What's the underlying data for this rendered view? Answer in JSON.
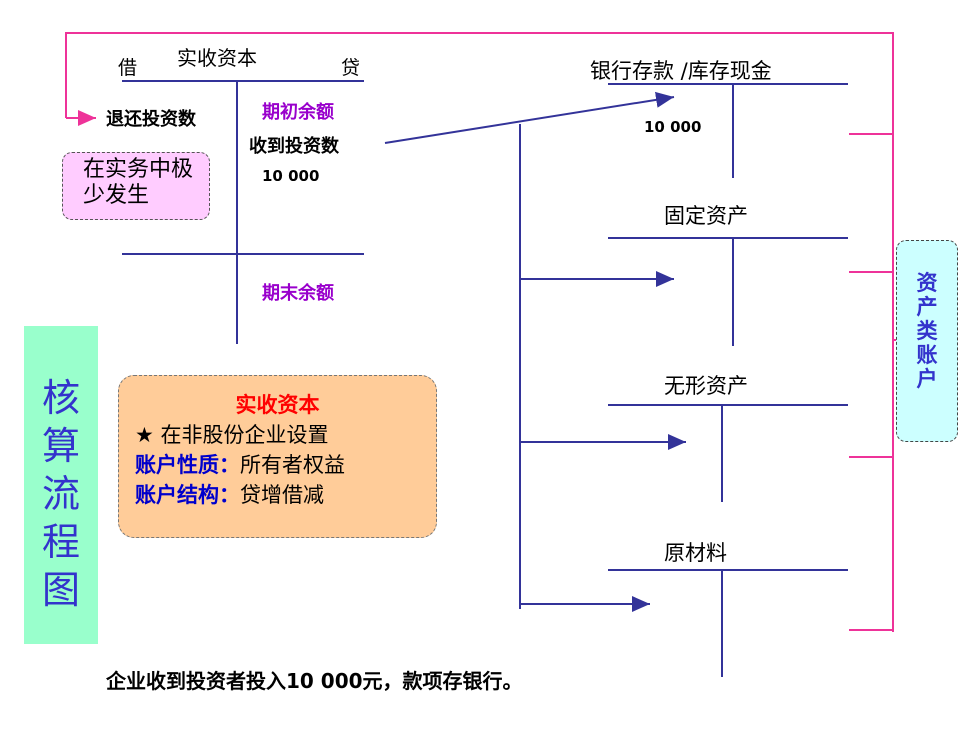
{
  "capital_account": {
    "debit_label": "借",
    "title": "实收资本",
    "credit_label": "贷",
    "refund_entry": "退还投资数",
    "opening_balance": "期初余额",
    "received_entry": "收到投资数",
    "received_amount": "10 000",
    "closing_balance": "期末余额"
  },
  "rare_note": "在实务中极少发生",
  "flow_label": "核算流程图",
  "info_box": {
    "title": "实收资本",
    "star_line": "★ 在非股份企业设置",
    "nature_label": "账户性质：",
    "nature_value": "所有者权益",
    "structure_label": "账户结构：",
    "structure_value": "贷增借减"
  },
  "accounts": {
    "bank": {
      "title": "银行存款 /库存现金",
      "amount": "10 000"
    },
    "fixed_assets": {
      "title": "固定资产"
    },
    "intangible": {
      "title": "无形资产"
    },
    "raw_materials": {
      "title": "原材料"
    }
  },
  "asset_group_label": "资产类账户",
  "footer": "企业收到投资者投入10 000元，款项存银行。",
  "colors": {
    "magenta": "#ee3399",
    "navy": "#333399",
    "purple": "#9900cc"
  }
}
